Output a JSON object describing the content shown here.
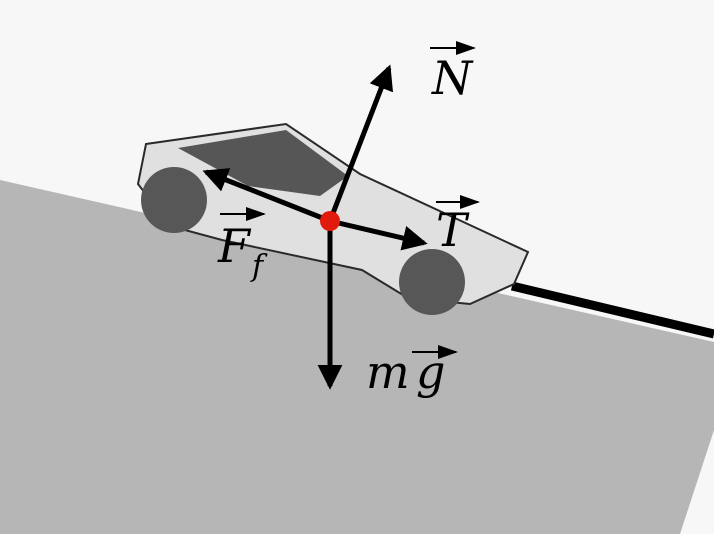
{
  "forces": {
    "normal": {
      "symbol": "N"
    },
    "friction": {
      "symbol": "F",
      "subscript": "f"
    },
    "tension": {
      "symbol": "T"
    },
    "weight": {
      "mass": "m",
      "symbol": "g"
    }
  },
  "colors": {
    "background": "#f7f7f7",
    "incline": "#b6b6b6",
    "car_body": "#e0e0e0",
    "car_window": "#565656",
    "wheel": "#575757",
    "arrow": "#000000",
    "center_of_mass": "#e01b0b"
  }
}
